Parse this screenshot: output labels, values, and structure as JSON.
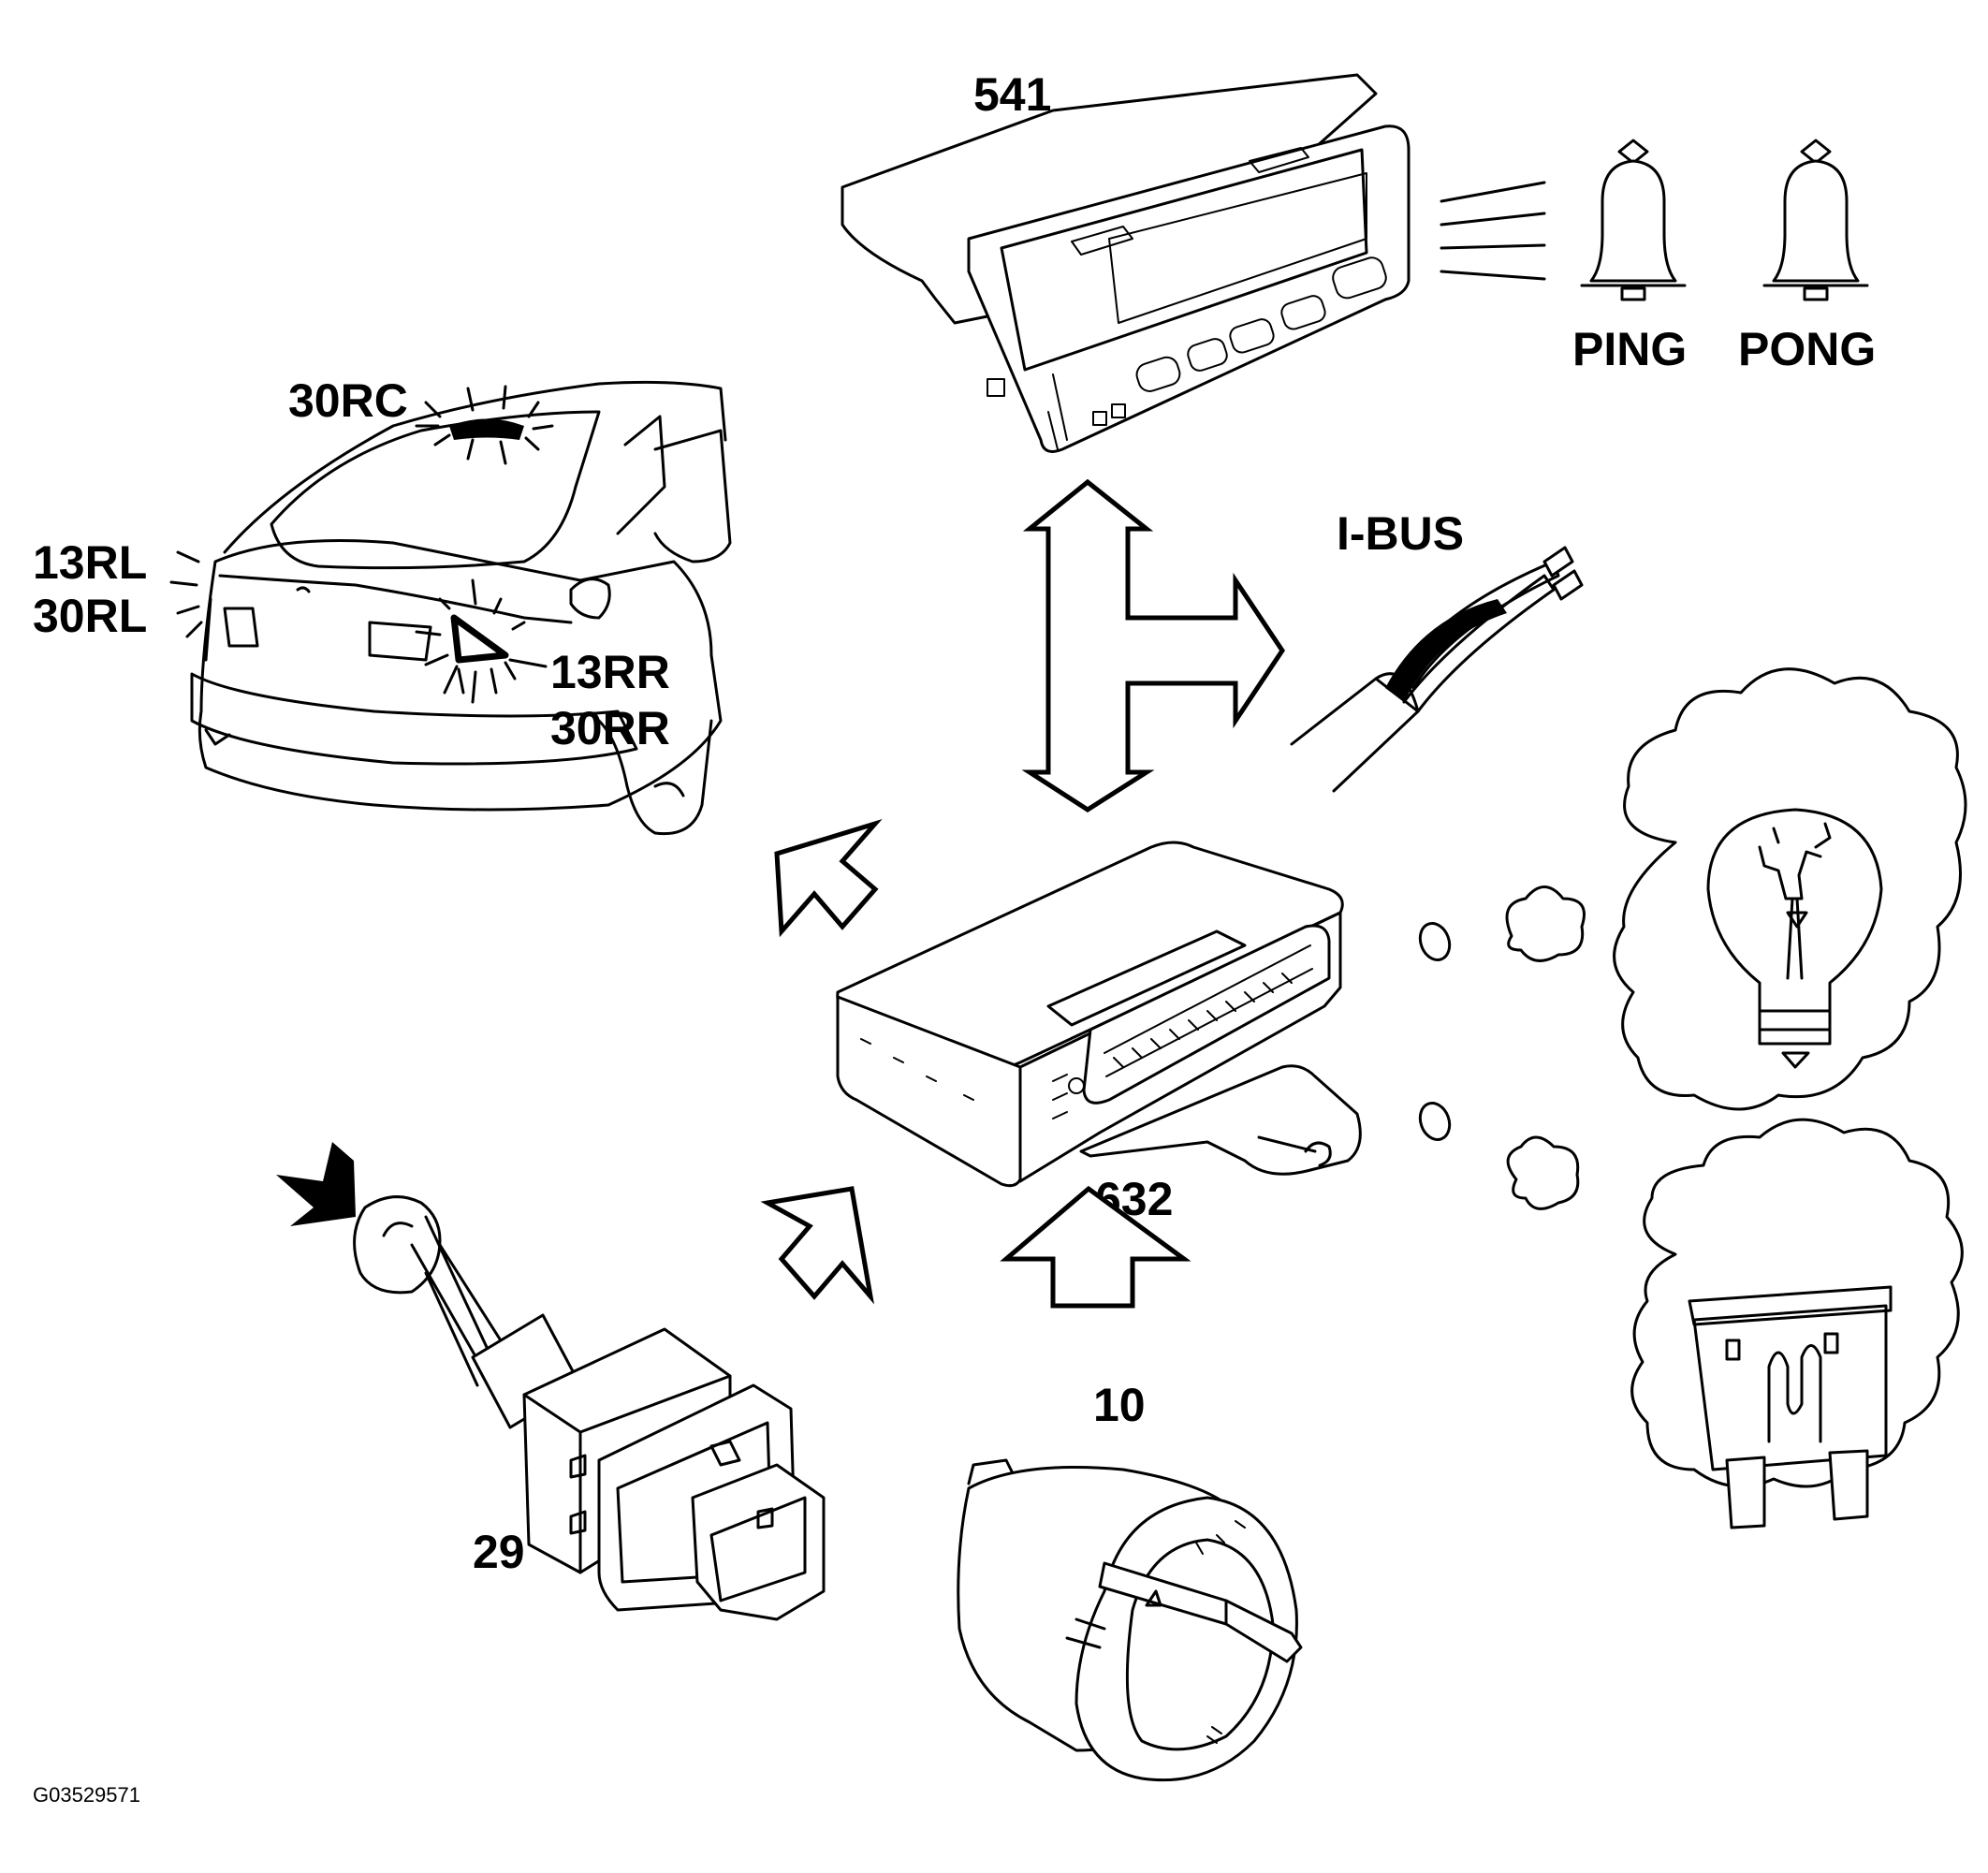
{
  "labels": {
    "display_unit": "541",
    "control_module": "632",
    "light_switch": "10",
    "brake_switch": "29",
    "rear_center_light": "30RC",
    "rear_left_13": "13RL",
    "rear_left_30": "30RL",
    "rear_right_13": "13RR",
    "rear_right_30": "30RR",
    "bus": "I-BUS",
    "chime_1": "PING",
    "chime_2": "PONG",
    "figure_id": "G03529571"
  },
  "icons": [
    "display-unit-icon",
    "bell-icon",
    "car-rear-icon",
    "control-module-icon",
    "bus-cable-icon",
    "bulb-icon",
    "fuse-icon",
    "brake-switch-icon",
    "light-switch-icon"
  ],
  "colors": {
    "ink": "#000000",
    "background": "#ffffff"
  }
}
